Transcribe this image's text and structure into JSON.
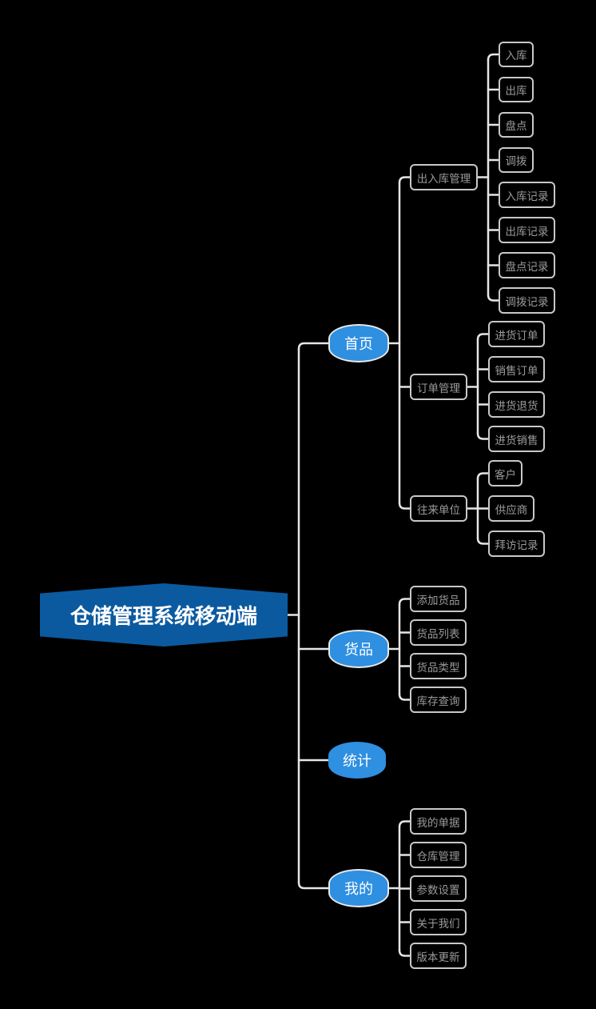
{
  "root": {
    "label": "仓储管理系统移动端"
  },
  "branches": [
    {
      "label": "首页",
      "children": [
        {
          "label": "出入库管理",
          "children": [
            "入库",
            "出库",
            "盘点",
            "调拨",
            "入库记录",
            "出库记录",
            "盘点记录",
            "调拨记录"
          ]
        },
        {
          "label": "订单管理",
          "children": [
            "进货订单",
            "销售订单",
            "进货退货",
            "进货销售"
          ]
        },
        {
          "label": "往来单位",
          "children": [
            "客户",
            "供应商",
            "拜访记录"
          ]
        }
      ]
    },
    {
      "label": "货品",
      "children": [
        {
          "label": "添加货品"
        },
        {
          "label": "货品列表"
        },
        {
          "label": "货品类型"
        },
        {
          "label": "库存查询"
        }
      ]
    },
    {
      "label": "统计",
      "children": []
    },
    {
      "label": "我的",
      "children": [
        {
          "label": "我的单据"
        },
        {
          "label": "仓库管理"
        },
        {
          "label": "参数设置"
        },
        {
          "label": "关于我们"
        },
        {
          "label": "版本更新"
        }
      ]
    }
  ],
  "colors": {
    "background": "#000000",
    "root_fill": "#0b5aa0",
    "branch_fill": "#2f8fe0",
    "line": "#e6e6e6",
    "leaf_border": "#c8c8c8",
    "leaf_text": "#9a9a9a"
  }
}
